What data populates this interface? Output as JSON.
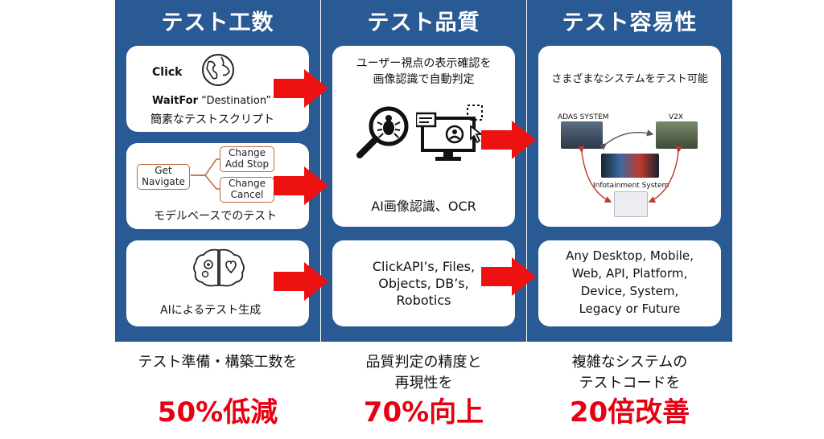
{
  "columns": [
    {
      "title": "テスト工数",
      "card1": {
        "line1": "Click",
        "line2_bold": "WaitFor",
        "line2_rest": " “Destination”",
        "caption": "簡素なテストスクリプト",
        "icon": "globe-icon"
      },
      "card2": {
        "nodes": [
          "Get\nNavigate",
          "Change\nAdd Stop",
          "Change\nCancel"
        ],
        "caption": "モデルベースでのテスト"
      },
      "card3": {
        "icon": "brain-icon",
        "caption": "AIによるテスト生成"
      },
      "bottom_lines": [
        "テスト準備・構築工数を"
      ],
      "result": "50%低減"
    },
    {
      "title": "テスト品質",
      "card1": {
        "lines": [
          "ユーザー視点の表示確認を",
          "画像認識で自動判定"
        ],
        "icons": [
          "magnifier-bug-icon",
          "monitor-user-icon"
        ],
        "caption": "AI画像認識、OCR"
      },
      "card2": {
        "lines": [
          "ClickAPI’s, Files,",
          "Objects, DB’s,",
          "Robotics"
        ]
      },
      "bottom_lines": [
        "品質判定の精度と",
        "再現性を"
      ],
      "result": "70%向上"
    },
    {
      "title": "テスト容易性",
      "card1": {
        "heading": "さまざまなシステムをテスト可能",
        "labels": [
          "ADAS SYSTEM",
          "V2X",
          "Infotainment System"
        ]
      },
      "card2": {
        "lines": [
          "Any Desktop, Mobile,",
          "Web, API, Platform,",
          "Device, System,",
          "Legacy or Future"
        ]
      },
      "bottom_lines": [
        "複雑なシステムの",
        "テストコードを"
      ],
      "result": "20倍改善"
    }
  ],
  "colors": {
    "panel": "#2a5a94",
    "arrow": "#ee1111",
    "result": "#e60012",
    "node_border": "#c0683a"
  }
}
